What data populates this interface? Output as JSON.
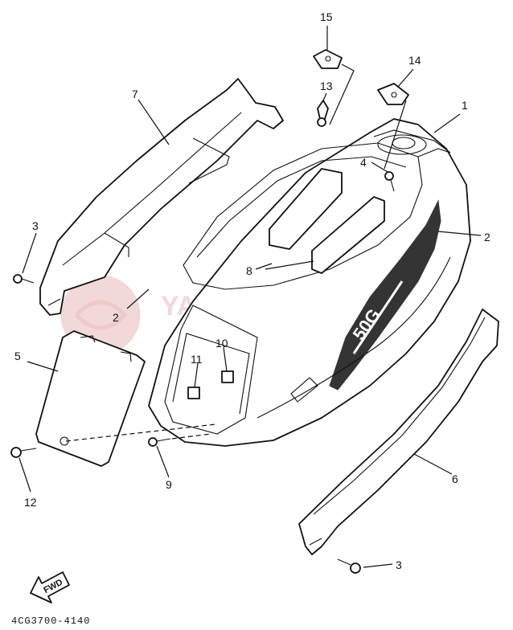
{
  "diagram": {
    "part_code": "4CG3700-4140",
    "fwd_label": "FWD",
    "watermark": "YAMASKLEP.PL",
    "callouts": [
      "1",
      "2",
      "2",
      "3",
      "3",
      "4",
      "5",
      "6",
      "7",
      "8",
      "9",
      "10",
      "11",
      "12",
      "13",
      "14",
      "15"
    ]
  }
}
